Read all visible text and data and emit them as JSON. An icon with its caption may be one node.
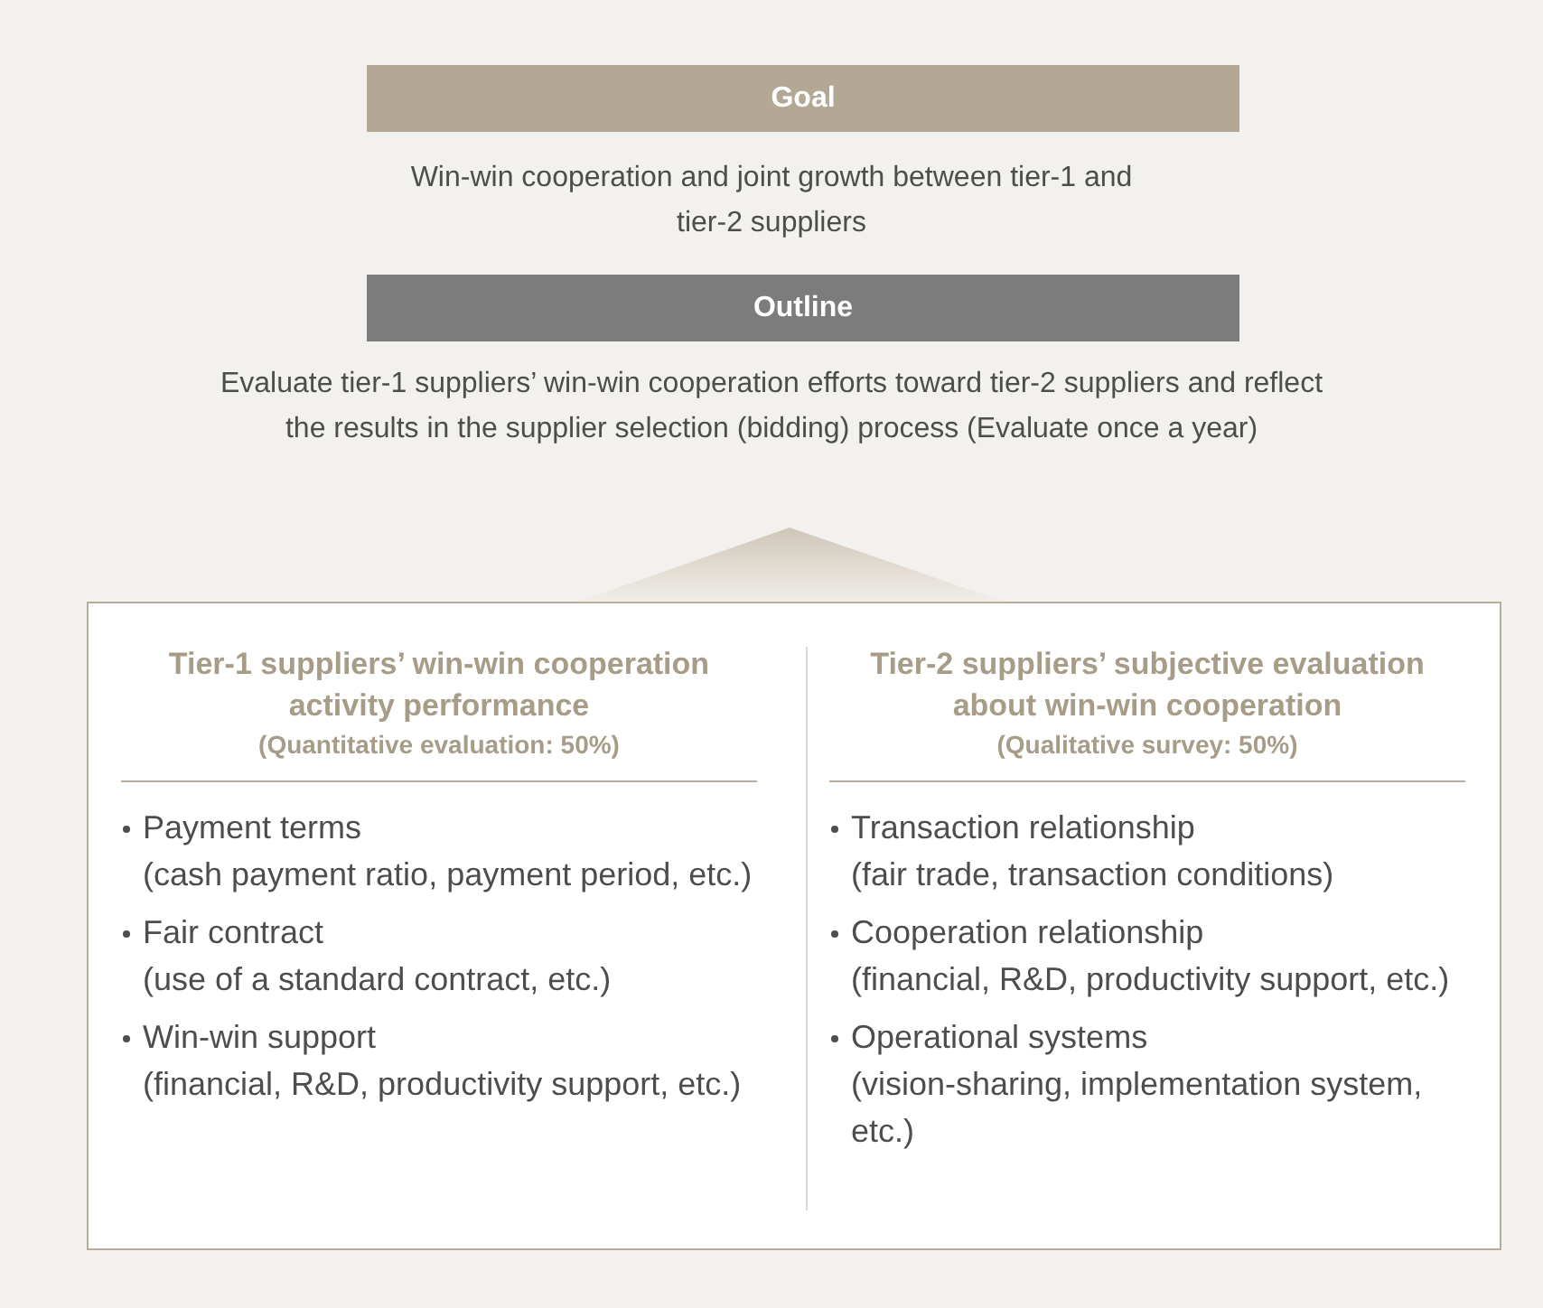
{
  "diagram": {
    "nodes": [
      {
        "text": [
          "Goal"
        ],
        "beside": [
          "Win-win cooperation and joint growth between tier-1 and tier-2 suppliers"
        ]
      },
      {
        "text": [
          "Outline"
        ],
        "beside": [
          "Evaluate tier-1 suppliers’ win-win cooperation efforts toward tier-2 suppliers and reflect the results in the supplier selection (bidding) process (Evaluate once a year)"
        ]
      },
      {
        "text": [],
        "shape": "triangle"
      },
      {
        "text": [],
        "shape": "box"
      },
      {
        "text": [
          "Tier-1 suppliers’ win-win cooperation activity performance",
          "(Quantitative evaluation: 50%)",
          "Payment terms",
          "(cash payment ratio, payment period, etc.)",
          "Fair contract",
          "(use of a standard contract, etc.)",
          "Win-win support",
          "(financial, R&D, productivity support, etc.)"
        ],
        "in": 3
      },
      {
        "text": [
          "Tier-2 suppliers’ subjective evaluation about win-win cooperation",
          "(Qualitative survey: 50%)",
          "Transaction relationship",
          "(fair trade, transaction conditions)",
          "Cooperation relationship",
          "(financial, R&D, productivity support, etc.)",
          "Operational systems",
          "(vision-sharing, implementation system, etc.)"
        ],
        "in": 3
      }
    ]
  }
}
